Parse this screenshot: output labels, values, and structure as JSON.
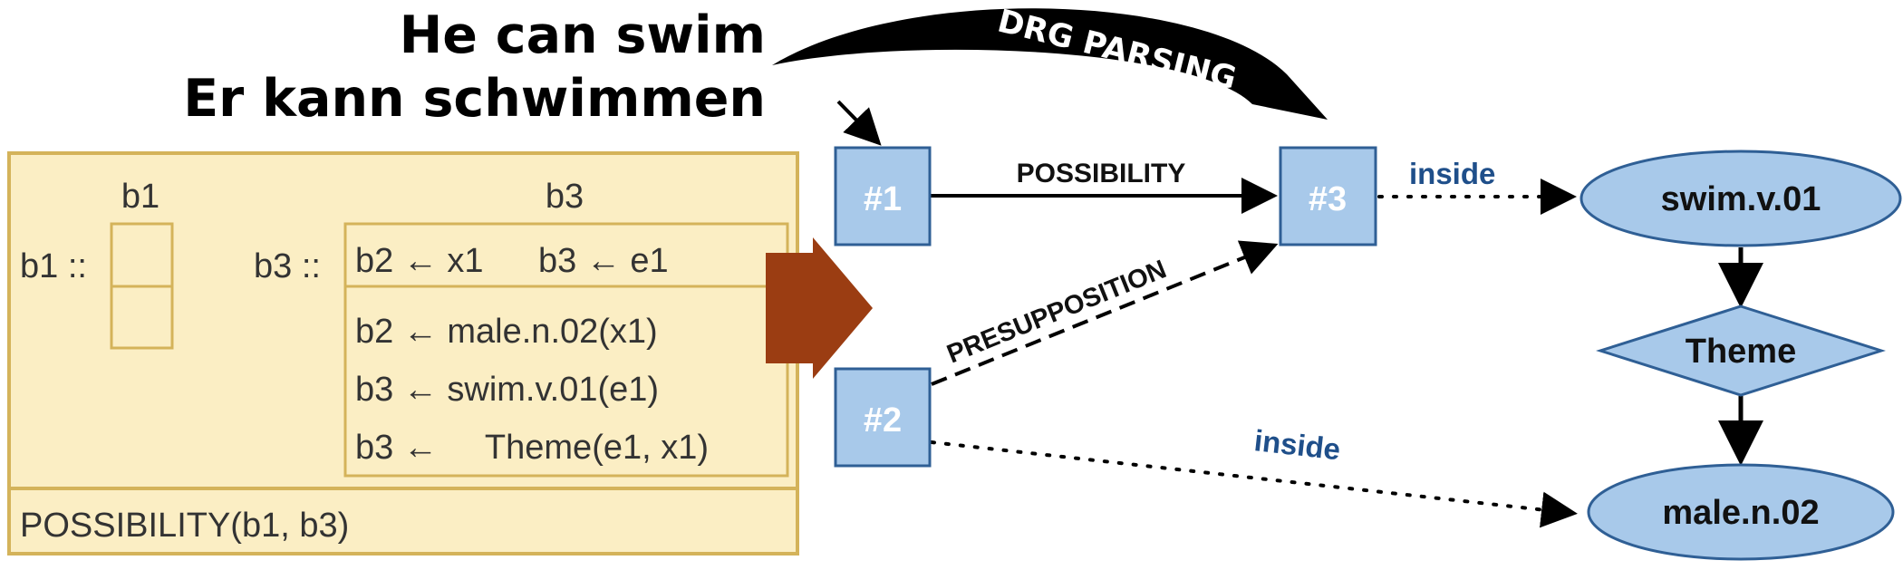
{
  "sentences": {
    "english": "He can swim",
    "german": "Er kann schwimmen"
  },
  "top_arrow_label": "DRG PARSING",
  "drs": {
    "box1_label": "b1",
    "box1_ref": "b1 ::",
    "box3_label": "b3",
    "box3_ref": "b3 ::",
    "box3_header_part1": "b2 ← x1",
    "box3_header_part2": "b3 ← e1",
    "conditions": [
      "b2 ← male.n.02(x1)",
      "b3 ← swim.v.01(e1)",
      "b3 ←     Theme(e1, x1)"
    ],
    "relation": "POSSIBILITY(b1, b3)"
  },
  "graph": {
    "node1": "#1",
    "node2": "#2",
    "node3": "#3",
    "edge_possibility": "POSSIBILITY",
    "edge_presupposition": "PRESUPPOSITION",
    "edge_inside_top": "inside",
    "edge_inside_bottom": "inside",
    "swim_node": "swim.v.01",
    "theme_node": "Theme",
    "male_node": "male.n.02"
  },
  "colors": {
    "drs_fill": "#fbeec4",
    "drs_border": "#d4b35a",
    "node_fill": "#a8c9ea",
    "node_border": "#2f5f95",
    "transform_arrow": "#9b3d12",
    "inside_text": "#1f4f8a"
  }
}
